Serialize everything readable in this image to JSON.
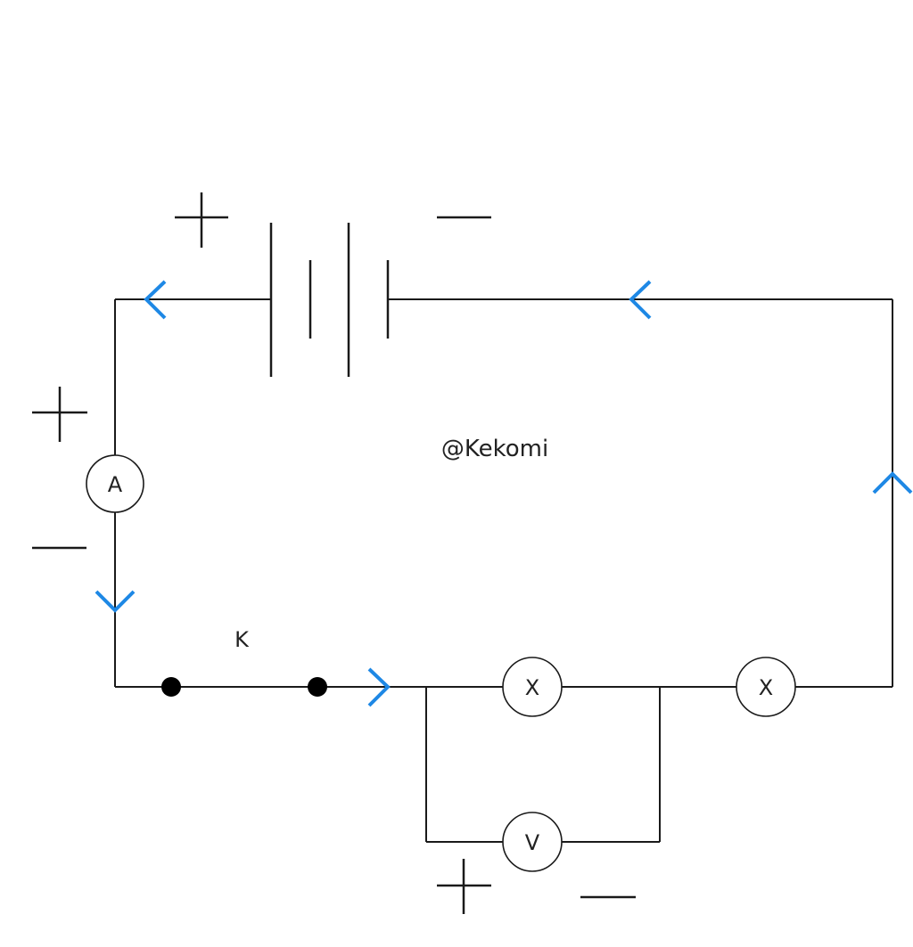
{
  "diagram": {
    "watermark": "@Kekomi",
    "switch_label": "K",
    "ammeter_label": "A",
    "voltmeter_label": "V",
    "lamp_left_label": "X",
    "lamp_right_label": "X"
  },
  "colors": {
    "wire": "#1a1a1a",
    "current_arrow": "#1e88e5"
  }
}
